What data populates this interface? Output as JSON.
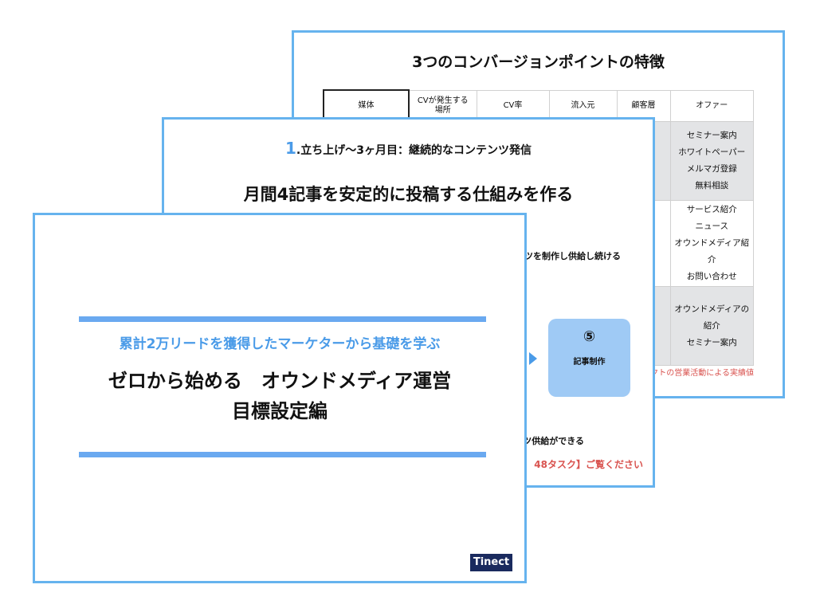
{
  "back_slide": {
    "title": "3つのコンバージョンポイントの特徴",
    "table": {
      "headers": [
        "媒体",
        "CVが発生する\n場所",
        "CV率",
        "流入元",
        "顧客層",
        "オファー"
      ],
      "rows": [
        [
          "",
          "",
          "",
          "",
          "",
          "セミナー案内\nホワイトペーパー\nメルマガ登録\n無料相談"
        ],
        [
          "",
          "",
          "",
          "",
          "",
          "サービス紹介\nニュース\nオウンドメディア紹介\nお問い合わせ"
        ],
        [
          "",
          "",
          "",
          "",
          "",
          "オウンドメディアの紹介\nセミナー案内"
        ]
      ]
    },
    "note": "ネクトの営業活動による実績値"
  },
  "middle_slide": {
    "kicker_num": "1",
    "kicker_text": ".立ち上げ～3ヶ月目：継続的なコンテンツ発信",
    "headline": "月間4記事を安定的に投稿する仕組みを作る",
    "sub1": "ツを制作し供給し続ける",
    "step_num": "⑤",
    "step_label": "記事制作",
    "sub2": "ツ供給ができる",
    "sub3": "48タスク】ご覧ください"
  },
  "front_slide": {
    "series": "累計2万リードを獲得したマーケターから基礎を学ぶ",
    "title_line1": "ゼロから始める　オウンドメディア運営",
    "title_line2": "目標設定編",
    "brand": "Tinect"
  }
}
